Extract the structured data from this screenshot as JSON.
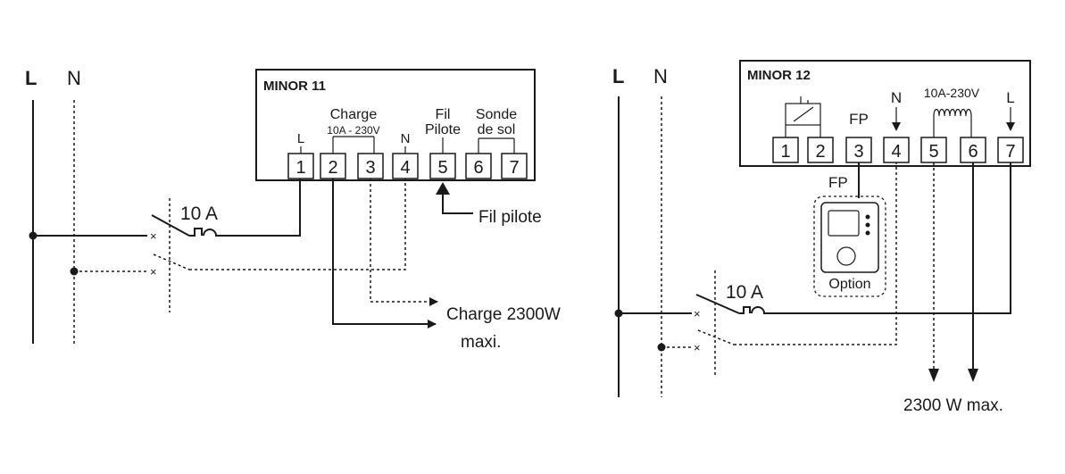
{
  "left_diagram": {
    "line_L": "L",
    "line_N": "N",
    "title": "MINOR 11",
    "labels": {
      "term1": "L",
      "charge": "Charge",
      "charge_rating": "10A - 230V",
      "term4": "N",
      "fil": "Fil",
      "pilote": "Pilote",
      "sonde": "Sonde",
      "de_sol": "de sol"
    },
    "terminals": [
      "1",
      "2",
      "3",
      "4",
      "5",
      "6",
      "7"
    ],
    "breaker": "10 A",
    "fil_pilote": "Fil pilote",
    "load_line1": "Charge 2300W",
    "load_line2": "maxi."
  },
  "right_diagram": {
    "line_L": "L",
    "line_N": "N",
    "title": "MINOR 12",
    "labels": {
      "fp": "FP",
      "n": "N",
      "heater_rating": "10A-230V",
      "l": "L"
    },
    "terminals": [
      "1",
      "2",
      "3",
      "4",
      "5",
      "6",
      "7"
    ],
    "fp_module_label": "FP",
    "option_label": "Option",
    "breaker": "10 A",
    "load": "2300 W max."
  },
  "colors": {
    "ink": "#1a1a1a",
    "background": "#ffffff"
  }
}
